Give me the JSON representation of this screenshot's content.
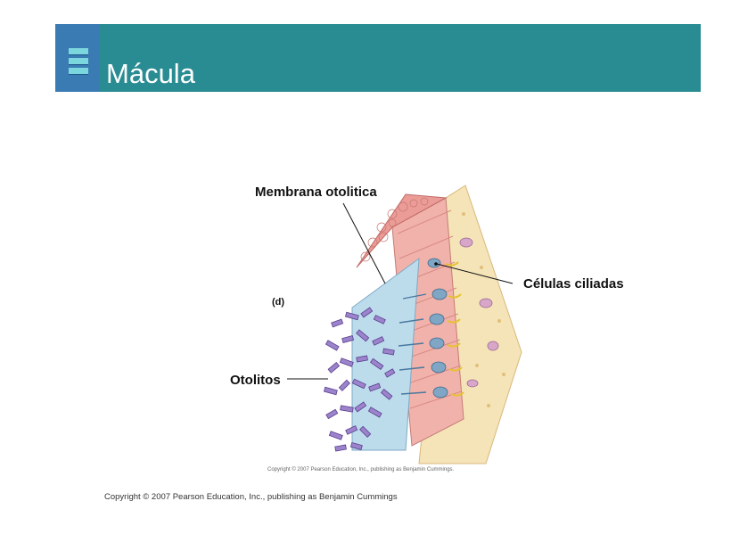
{
  "slide": {
    "title": "Mácula",
    "footer": "Copyright © 2007 Pearson Education, Inc., publishing as Benjamin Cummings"
  },
  "figure": {
    "panel_tag": "(d)",
    "labels": {
      "membrana": "Membrana otolitica",
      "celulas": "Células ciliadas",
      "otolitos": "Otolitos"
    },
    "credit": "Copyright © 2007 Pearson Education, Inc., publishing as Benjamin Cummings."
  },
  "icons": {
    "menu": "menu-icon"
  },
  "colors": {
    "title_bar": "#2a8c93",
    "title_accent": "#3b7bb4",
    "epithelium": "#f0a8a0",
    "membrane": "#b8d8ea",
    "otoliths": "#9a82c8",
    "connective": "#f5e4b8"
  }
}
